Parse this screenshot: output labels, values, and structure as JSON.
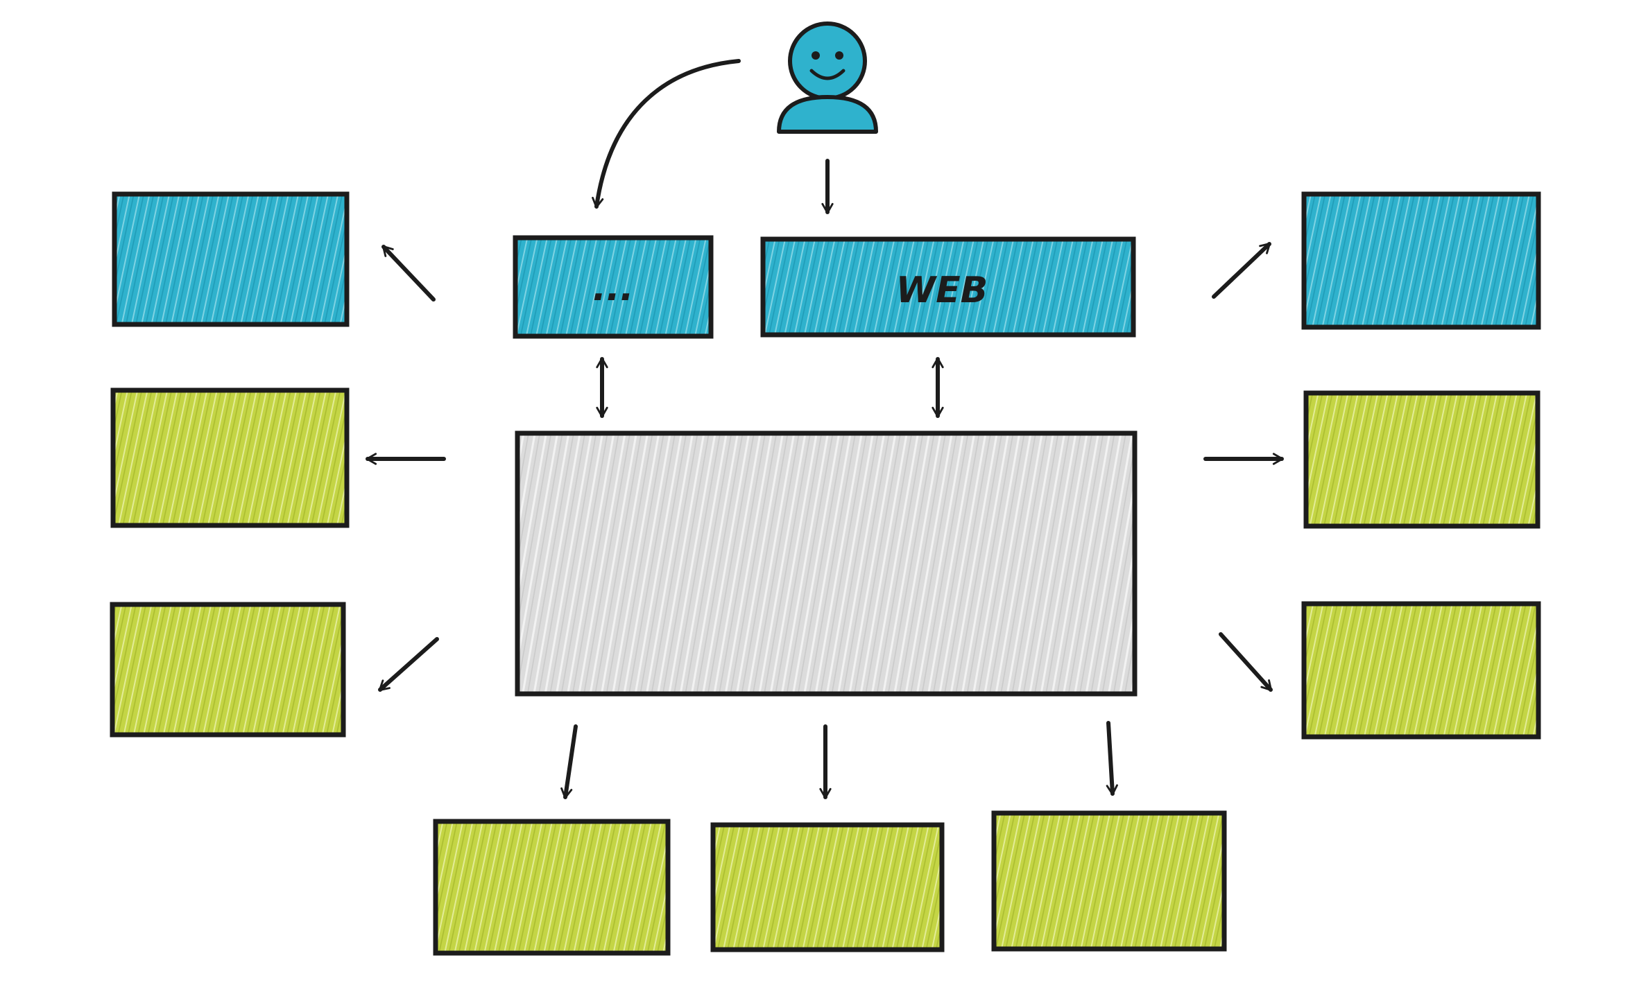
{
  "colors": {
    "blue": "#2fb2cd",
    "green": "#c4d545",
    "gray": "#d6d6d6",
    "ink": "#1c1c1c",
    "background": "#ffffff"
  },
  "user": {
    "icon": "user-icon",
    "color": "blue"
  },
  "channels": [
    {
      "id": "channel-other",
      "label": "...",
      "color": "blue"
    },
    {
      "id": "channel-web",
      "label": "WEB",
      "color": "blue"
    }
  ],
  "center": {
    "id": "central-system",
    "label": "",
    "color": "gray"
  },
  "outer_boxes": {
    "left": [
      {
        "id": "left-top",
        "color": "blue"
      },
      {
        "id": "left-middle",
        "color": "green"
      },
      {
        "id": "left-bottom",
        "color": "green"
      }
    ],
    "right": [
      {
        "id": "right-top",
        "color": "blue"
      },
      {
        "id": "right-middle",
        "color": "green"
      },
      {
        "id": "right-bottom",
        "color": "green"
      }
    ],
    "bottom": [
      {
        "id": "bottom-left",
        "color": "green"
      },
      {
        "id": "bottom-center",
        "color": "green"
      },
      {
        "id": "bottom-right",
        "color": "green"
      }
    ]
  },
  "connections": [
    {
      "from": "user",
      "to": "channel-other",
      "type": "curved"
    },
    {
      "from": "user",
      "to": "channel-web",
      "type": "straight"
    },
    {
      "from": "channel-other",
      "to": "central-system",
      "type": "bidirectional"
    },
    {
      "from": "channel-web",
      "to": "central-system",
      "type": "bidirectional"
    },
    {
      "from": "central-system",
      "to": "left-top"
    },
    {
      "from": "central-system",
      "to": "left-middle"
    },
    {
      "from": "central-system",
      "to": "left-bottom"
    },
    {
      "from": "central-system",
      "to": "right-top"
    },
    {
      "from": "central-system",
      "to": "right-middle"
    },
    {
      "from": "central-system",
      "to": "right-bottom"
    },
    {
      "from": "central-system",
      "to": "bottom-left"
    },
    {
      "from": "central-system",
      "to": "bottom-center"
    },
    {
      "from": "central-system",
      "to": "bottom-right"
    }
  ]
}
